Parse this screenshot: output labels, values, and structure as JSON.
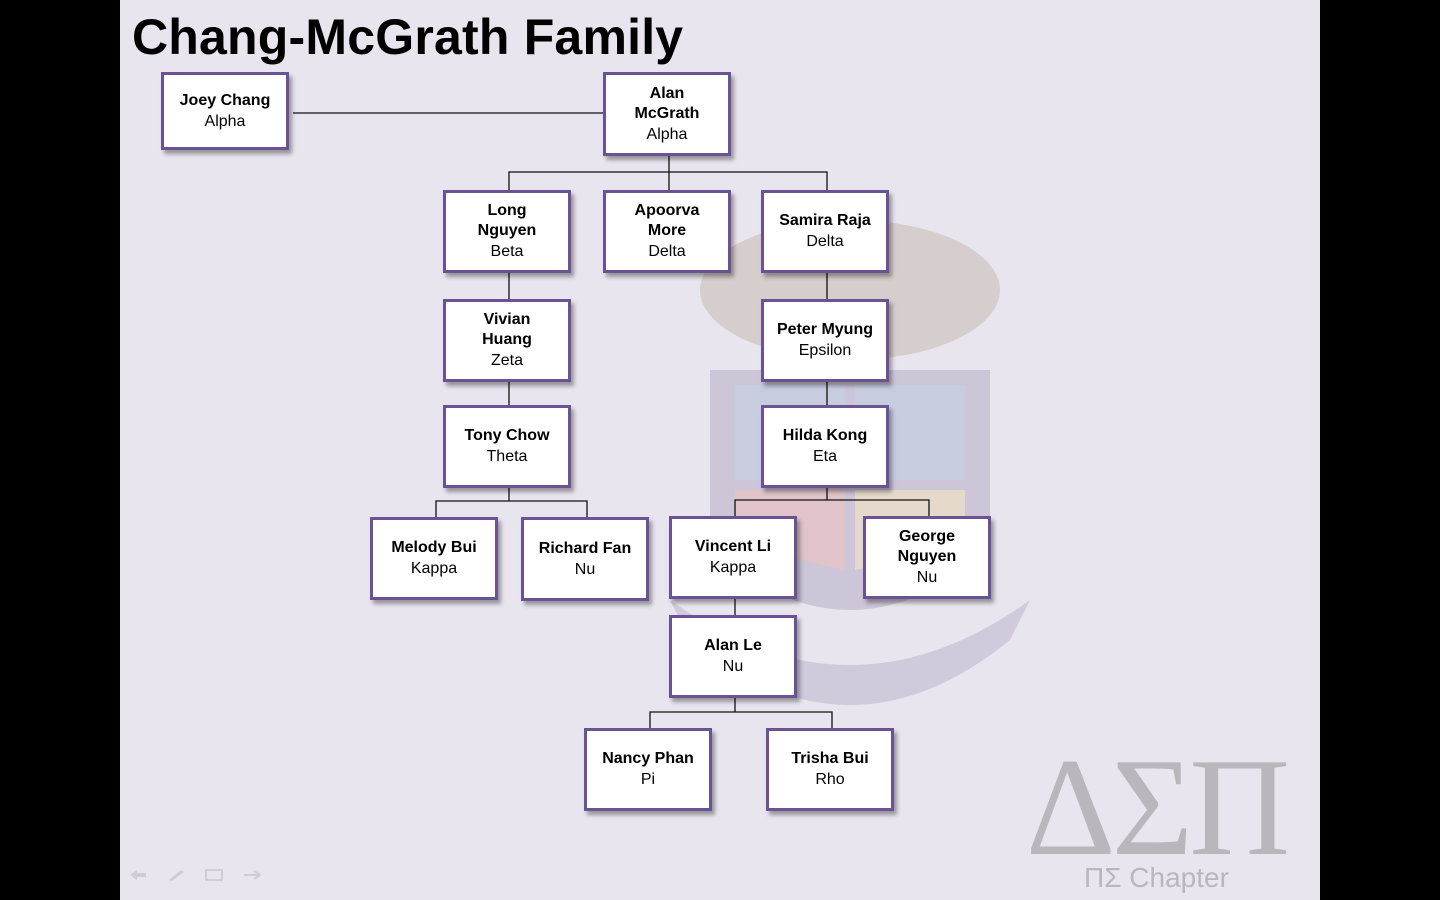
{
  "title": "Chang-McGrath Family",
  "logo": {
    "letters": "ΔΣΠ",
    "subtitle": "ΠΣ Chapter"
  },
  "colors": {
    "node_border": "#6b5294",
    "background": "#e8e5ee",
    "line": "#111111"
  },
  "toolbar_icons": [
    "back-arrow-icon",
    "pen-icon",
    "slides-icon",
    "more-icon"
  ],
  "nodes": [
    {
      "name": "Joey Chang",
      "class": "Alpha"
    },
    {
      "name": "Alan McGrath",
      "class": "Alpha"
    },
    {
      "name": "Long Nguyen",
      "class": "Beta"
    },
    {
      "name": "Apoorva More",
      "class": "Delta"
    },
    {
      "name": "Samira Raja",
      "class": "Delta"
    },
    {
      "name": "Vivian Huang",
      "class": "Zeta"
    },
    {
      "name": "Peter Myung",
      "class": "Epsilon"
    },
    {
      "name": "Tony Chow",
      "class": "Theta"
    },
    {
      "name": "Hilda Kong",
      "class": "Eta"
    },
    {
      "name": "Melody Bui",
      "class": "Kappa"
    },
    {
      "name": "Richard Fan",
      "class": "Nu"
    },
    {
      "name": "Vincent Li",
      "class": "Kappa"
    },
    {
      "name": "George Nguyen",
      "class": "Nu"
    },
    {
      "name": "Alan Le",
      "class": "Nu"
    },
    {
      "name": "Nancy Phan",
      "class": "Pi"
    },
    {
      "name": "Trisha Bui",
      "class": "Rho"
    }
  ]
}
